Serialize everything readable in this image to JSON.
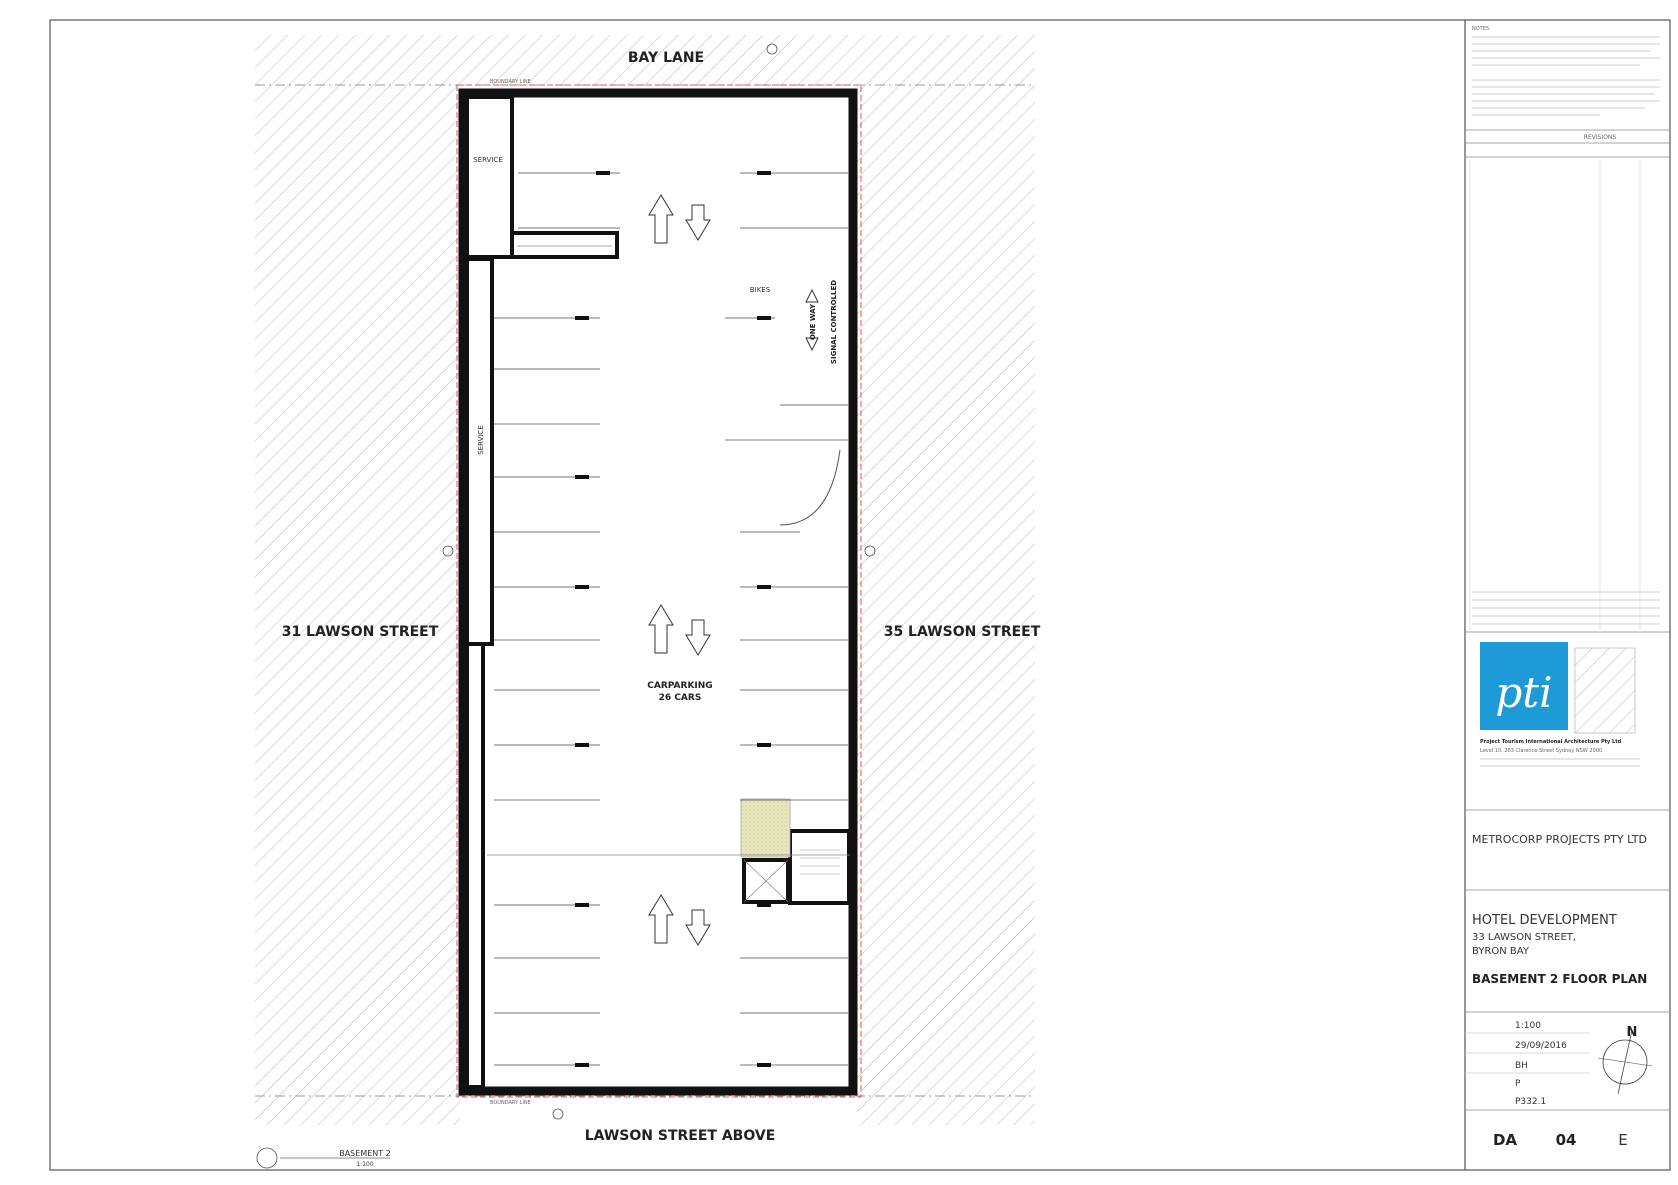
{
  "plan": {
    "streets": {
      "north": "BAY LANE",
      "south": "LAWSON STREET ABOVE",
      "west": "31 LAWSON STREET",
      "east": "35 LAWSON STREET"
    },
    "rooms": {
      "service_top": "SERVICE",
      "service_side": "SERVICE",
      "bikes": "BIKES",
      "one_way_1": "ONE WAY",
      "one_way_2": "SIGNAL CONTROLLED",
      "carparking_1": "CARPARKING",
      "carparking_2": "26 CARS"
    },
    "boundary": "BOUNDARY LINE",
    "caption": {
      "title": "BASEMENT 2",
      "scale": "1:100"
    }
  },
  "title_block": {
    "pti_logo": "pti",
    "company": "Project Tourism International Architecture Pty Ltd",
    "company_address": "Level 10, 263 Clarence Street Sydney NSW 2000",
    "client": "METROCORP PROJECTS PTY LTD",
    "project_1": "HOTEL DEVELOPMENT",
    "project_2": "33 LAWSON STREET,",
    "project_3": "BYRON BAY",
    "drawing_title": "BASEMENT 2 FLOOR PLAN",
    "scale": "1:100",
    "date": "29/09/2016",
    "drawn": "BH",
    "checked": "P",
    "job": "P332.1",
    "compass_north": "N",
    "stage": "DA",
    "number": "04",
    "revision": "E",
    "revisions_heading": "REVISIONS",
    "notes_heading": "NOTES"
  }
}
